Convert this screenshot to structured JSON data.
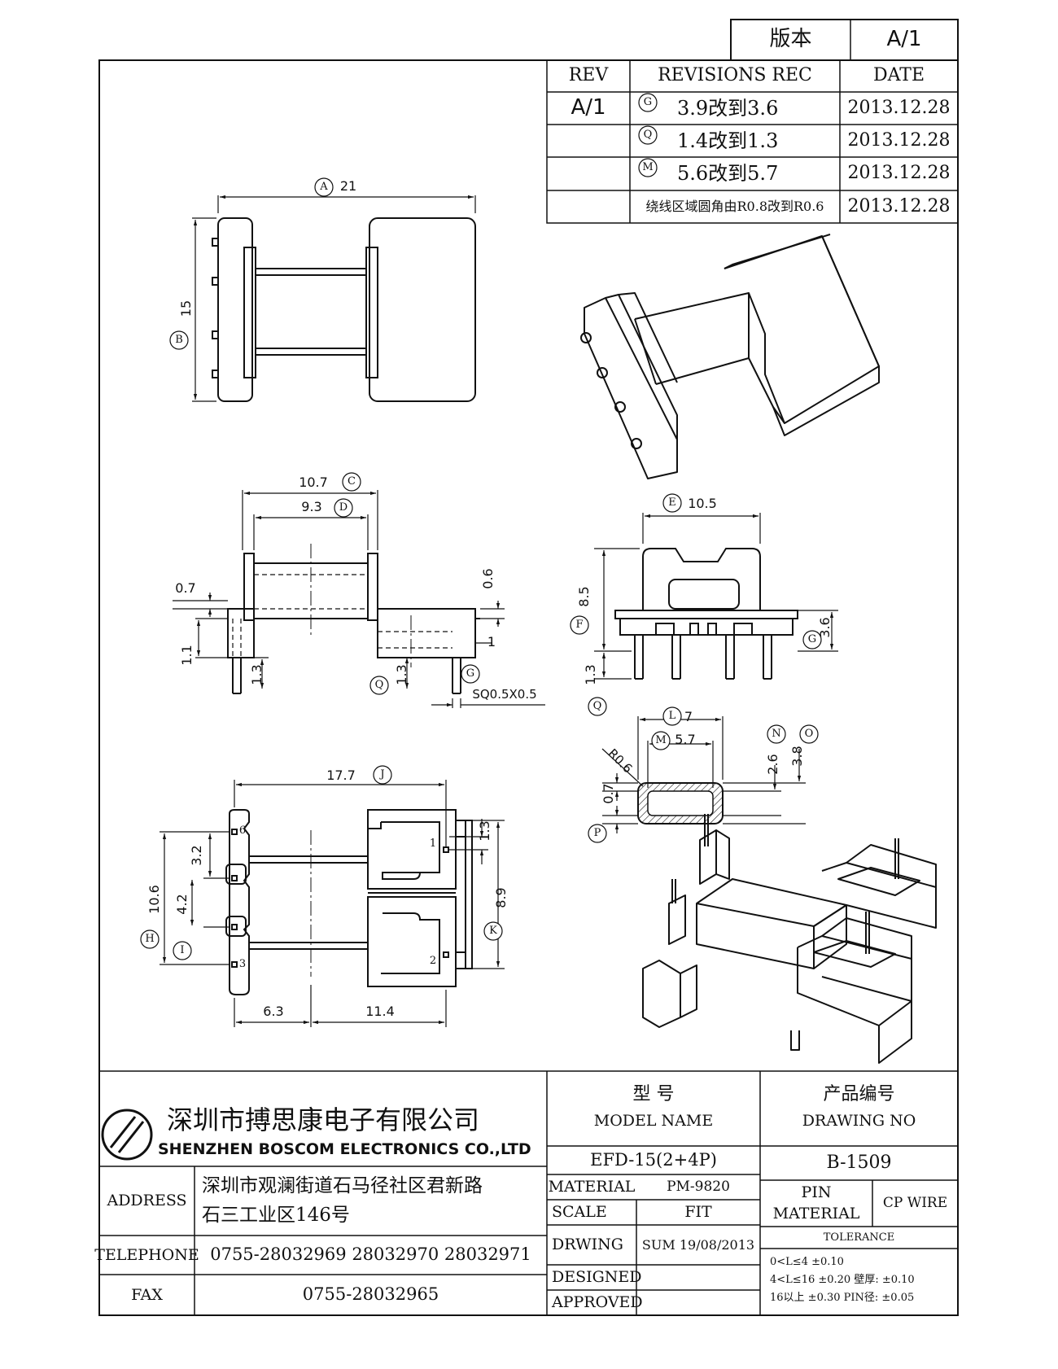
{
  "version_box": {
    "label": "版本",
    "value": "A/1"
  },
  "revisions": {
    "headers": {
      "rev": "REV",
      "rec": "REVISIONS REC",
      "date": "DATE"
    },
    "rev_value": "A/1",
    "rows": [
      {
        "mark": "G",
        "text": "3.9改到3.6",
        "date": "2013.12.28"
      },
      {
        "mark": "Q",
        "text": "1.4改到1.3",
        "date": "2013.12.28"
      },
      {
        "mark": "M",
        "text": "5.6改到5.7",
        "date": "2013.12.28"
      },
      {
        "mark": "",
        "text": "绕线区域圆角由R0.8改到R0.6",
        "date": "2013.12.28"
      }
    ]
  },
  "dimensions": {
    "A": "21",
    "B": "15",
    "C": "10.7",
    "D": "9.3",
    "E": "10.5",
    "F": "8.5",
    "G": "3.6",
    "Q": "1.3",
    "L": "7",
    "M": "5.7",
    "N": "2.6",
    "O": "3.8",
    "P": "0.7",
    "J": "17.7",
    "H": "10.6",
    "I": "4.2",
    "K": "8.9",
    "d_0_7": "0.7",
    "d_1_1": "1.1",
    "d_1_3": "1.3",
    "d_0_6": "0.6",
    "d_1": "1",
    "sq": "SQ0.5X0.5",
    "r06": "R0.6",
    "p07": "0.7",
    "d_3_2": "3.2",
    "d_1_3b": "1.3",
    "d_6_3": "6.3",
    "d_11_4": "11.4",
    "pin1": "1",
    "pin2": "2",
    "pin3": "3",
    "pin6": "6"
  },
  "circle_letters": [
    "A",
    "B",
    "C",
    "D",
    "E",
    "F",
    "G",
    "Q",
    "L",
    "M",
    "N",
    "O",
    "P",
    "J",
    "H",
    "I",
    "K"
  ],
  "company": {
    "name_cn": "深圳市搏思康电子有限公司",
    "name_en": "SHENZHEN BOSCOM ELECTRONICS CO.,LTD",
    "address_label": "ADDRESS",
    "address_line1": "深圳市观澜街道石马径社区君新路",
    "address_line2": "石三工业区146号",
    "telephone_label": "TELEPHONE",
    "telephone": "0755-28032969 28032970 28032971",
    "fax_label": "FAX",
    "fax": "0755-28032965"
  },
  "title_block": {
    "model_cn": "型      号",
    "model_en": "MODEL NAME",
    "model_value": "EFD-15(2+4P)",
    "drawing_cn": "产品编号",
    "drawing_en": "DRAWING NO",
    "drawing_value": "B-1509",
    "material_label": "MATERIAL",
    "material_value": "PM-9820",
    "scale_label": "SCALE",
    "scale_value": "FIT",
    "drwing_label": "DRWING",
    "drwing_value": "SUM 19/08/2013",
    "designed_label": "DESIGNED",
    "approved_label": "APPROVED",
    "pin_material_label_1": "PIN",
    "pin_material_label_2": "MATERIAL",
    "pin_material_value": "CP WIRE",
    "tolerance_label": "TOLERANCE",
    "tolerance_lines": [
      "0<L≤4  ±0.10",
      "4<L≤16 ±0.20  壁厚:  ±0.10",
      "16以上    ±0.30  PIN径: ±0.05"
    ]
  }
}
